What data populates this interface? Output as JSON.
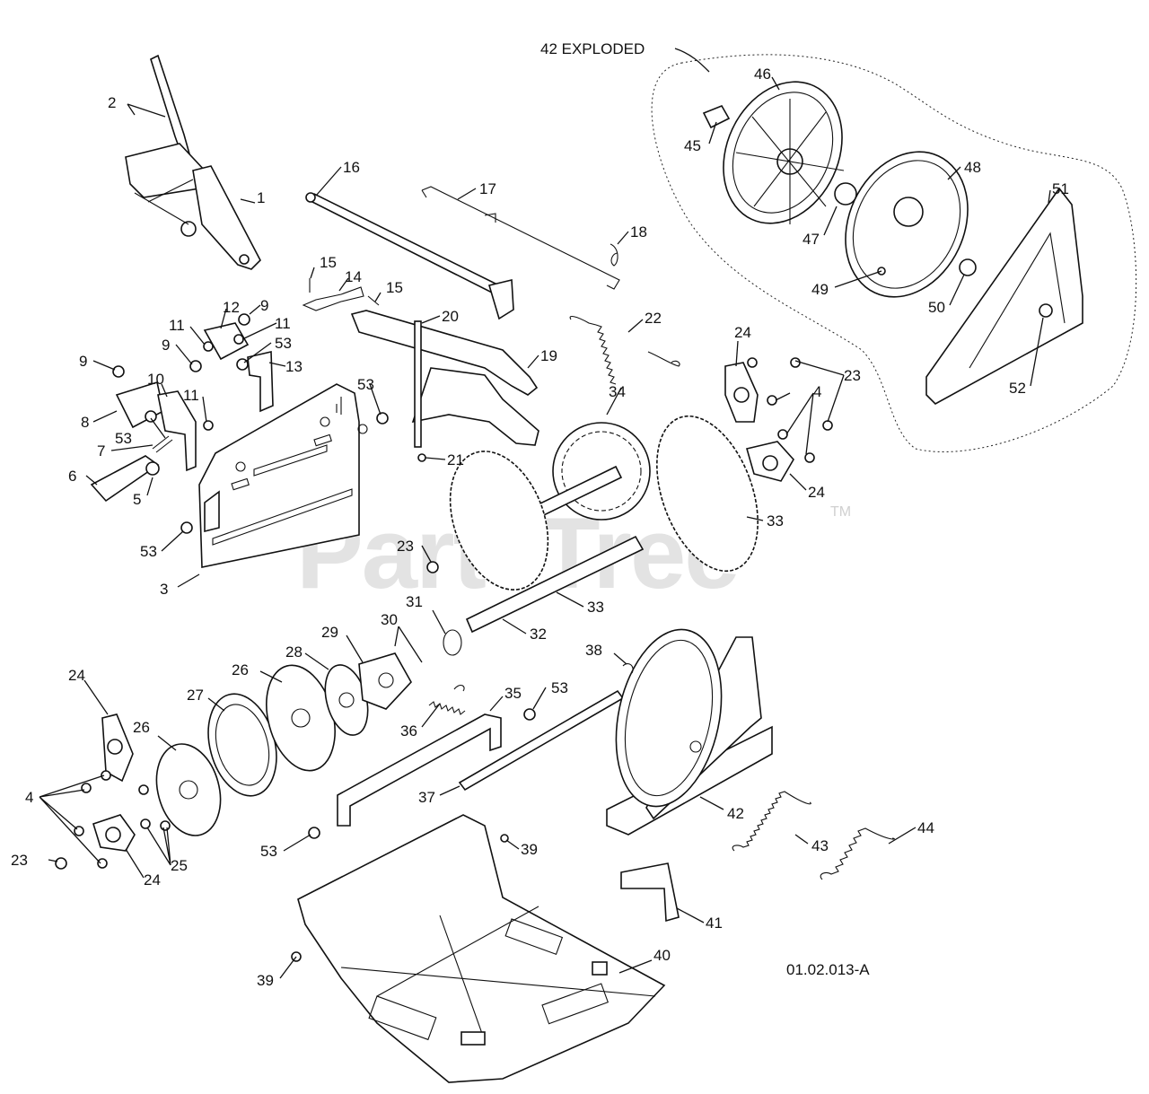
{
  "diagram": {
    "exploded_callout": "42 EXPLODED",
    "drawing_number": "01.02.013-A",
    "watermark": "PartsTree",
    "watermark_mark": "TM"
  },
  "part_labels": [
    {
      "id": "l1",
      "text": "1"
    },
    {
      "id": "l2",
      "text": "2"
    },
    {
      "id": "l3",
      "text": "3"
    },
    {
      "id": "l4a",
      "text": "4"
    },
    {
      "id": "l4b",
      "text": "4"
    },
    {
      "id": "l5",
      "text": "5"
    },
    {
      "id": "l6",
      "text": "6"
    },
    {
      "id": "l7",
      "text": "7"
    },
    {
      "id": "l8",
      "text": "8"
    },
    {
      "id": "l9a",
      "text": "9"
    },
    {
      "id": "l9b",
      "text": "9"
    },
    {
      "id": "l9c",
      "text": "9"
    },
    {
      "id": "l10",
      "text": "10"
    },
    {
      "id": "l11a",
      "text": "11"
    },
    {
      "id": "l11b",
      "text": "11"
    },
    {
      "id": "l11c",
      "text": "11"
    },
    {
      "id": "l12",
      "text": "12"
    },
    {
      "id": "l13",
      "text": "13"
    },
    {
      "id": "l14",
      "text": "14"
    },
    {
      "id": "l15a",
      "text": "15"
    },
    {
      "id": "l15b",
      "text": "15"
    },
    {
      "id": "l16",
      "text": "16"
    },
    {
      "id": "l17",
      "text": "17"
    },
    {
      "id": "l18",
      "text": "18"
    },
    {
      "id": "l19",
      "text": "19"
    },
    {
      "id": "l20",
      "text": "20"
    },
    {
      "id": "l21",
      "text": "21"
    },
    {
      "id": "l22",
      "text": "22"
    },
    {
      "id": "l23a",
      "text": "23"
    },
    {
      "id": "l23b",
      "text": "23"
    },
    {
      "id": "l23c",
      "text": "23"
    },
    {
      "id": "l24a",
      "text": "24"
    },
    {
      "id": "l24b",
      "text": "24"
    },
    {
      "id": "l24c",
      "text": "24"
    },
    {
      "id": "l24d",
      "text": "24"
    },
    {
      "id": "l25",
      "text": "25"
    },
    {
      "id": "l26a",
      "text": "26"
    },
    {
      "id": "l26b",
      "text": "26"
    },
    {
      "id": "l27",
      "text": "27"
    },
    {
      "id": "l28",
      "text": "28"
    },
    {
      "id": "l29",
      "text": "29"
    },
    {
      "id": "l30",
      "text": "30"
    },
    {
      "id": "l31",
      "text": "31"
    },
    {
      "id": "l32",
      "text": "32"
    },
    {
      "id": "l33a",
      "text": "33"
    },
    {
      "id": "l33b",
      "text": "33"
    },
    {
      "id": "l34",
      "text": "34"
    },
    {
      "id": "l35",
      "text": "35"
    },
    {
      "id": "l36",
      "text": "36"
    },
    {
      "id": "l37",
      "text": "37"
    },
    {
      "id": "l38",
      "text": "38"
    },
    {
      "id": "l39a",
      "text": "39"
    },
    {
      "id": "l39b",
      "text": "39"
    },
    {
      "id": "l40",
      "text": "40"
    },
    {
      "id": "l41",
      "text": "41"
    },
    {
      "id": "l42",
      "text": "42"
    },
    {
      "id": "l43",
      "text": "43"
    },
    {
      "id": "l44",
      "text": "44"
    },
    {
      "id": "l45",
      "text": "45"
    },
    {
      "id": "l46",
      "text": "46"
    },
    {
      "id": "l47",
      "text": "47"
    },
    {
      "id": "l48",
      "text": "48"
    },
    {
      "id": "l49",
      "text": "49"
    },
    {
      "id": "l50",
      "text": "50"
    },
    {
      "id": "l51",
      "text": "51"
    },
    {
      "id": "l52",
      "text": "52"
    },
    {
      "id": "l53a",
      "text": "53"
    },
    {
      "id": "l53b",
      "text": "53"
    },
    {
      "id": "l53c",
      "text": "53"
    },
    {
      "id": "l53d",
      "text": "53"
    },
    {
      "id": "l53e",
      "text": "53"
    },
    {
      "id": "l53f",
      "text": "53"
    }
  ]
}
